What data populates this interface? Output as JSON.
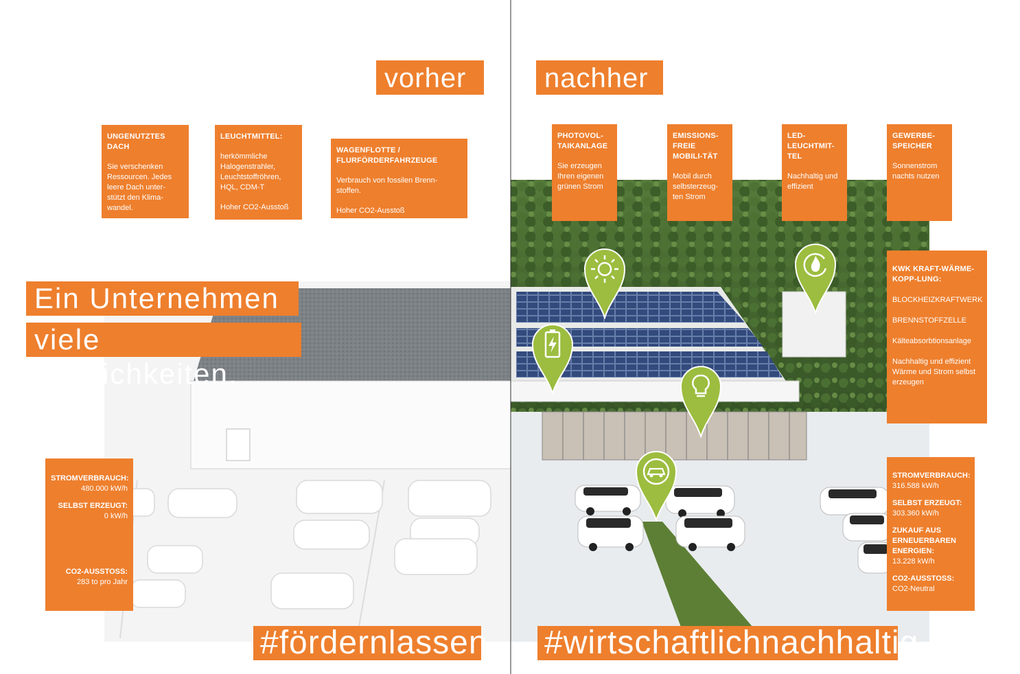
{
  "headers": {
    "before": "vorher",
    "after": "nachher"
  },
  "headline": {
    "line1": "Ein Unternehmen -",
    "line2": "viele Möglichkeiten."
  },
  "hashtags": {
    "left": "#fördernlassen",
    "right": "#wirtschaftlichnachhaltig"
  },
  "before_boxes": [
    {
      "title": "UNGENUTZTES DACH",
      "text": "Sie verschenken Ressourcen. Jedes leere Dach unter-stützt den Klima-wandel.",
      "text2": ""
    },
    {
      "title": "LEUCHTMITTEL:",
      "text": "herkömmliche Halogenstrahler, Leuchtstoffröhren, HQL, CDM-T",
      "text2": "Hoher CO2-Ausstoß"
    },
    {
      "title": "WAGENFLOTTE / FLURFÖRDERFAHRZEUGE",
      "text": "Verbrauch von fossilen Brenn-stoffen.",
      "text2": "Hoher CO2-Ausstoß"
    }
  ],
  "after_boxes": [
    {
      "title": "PHOTOVOL-TAIKANLAGE",
      "text": "Sie erzeugen Ihren eigenen grünen Strom"
    },
    {
      "title": "EMISSIONS-FREIE MOBILI-TÄT",
      "text": "Mobil durch selbsterzeug-ten Strom"
    },
    {
      "title": "LED-LEUCHTMIT-TEL",
      "text": "Nachhaltig und effizient"
    },
    {
      "title": "GEWERBE-SPEICHER",
      "text": "Sonnenstrom nachts nutzen"
    }
  ],
  "kwk": {
    "title": "KWK KRAFT-WÄRME-KOPP-LUNG:",
    "items": [
      "BLOCKHEIZKRAFTWERK",
      "BRENNSTOFFZELLE",
      "Kälteabsorbtionsanlage",
      "Nachhaltig und effizient Wärme und Strom selbst erzeugen"
    ]
  },
  "stats_before": {
    "consumption_label": "STROMVERBRAUCH:",
    "consumption_value": "480.000 kW/h",
    "self_label": "SELBST ERZEUGT:",
    "self_value": "0 kW/h",
    "co2_label": "CO2-AUSSTOSS:",
    "co2_value": "283  to pro Jahr"
  },
  "stats_after": {
    "consumption_label": "STROMVERBRAUCH:",
    "consumption_value": "316.588 kW/h",
    "self_label": "SELBST ERZEUGT:",
    "self_value": "303.360 kW/h",
    "purchase_label": "ZUKAUF AUS ERNEUERBAREN ENERGIEN:",
    "purchase_value": "13.228 kW/h",
    "co2_label": "CO2-AUSSTOSS:",
    "co2_value": "CO2-Neutral"
  },
  "icons": [
    "sun-icon",
    "battery-icon",
    "bulb-icon",
    "ecar-icon",
    "flame-icon"
  ],
  "colors": {
    "accent": "#ee7f2d",
    "pin": "#9cbd3f",
    "forest": "#3f5f2c",
    "solar": "#2b3d6b"
  }
}
